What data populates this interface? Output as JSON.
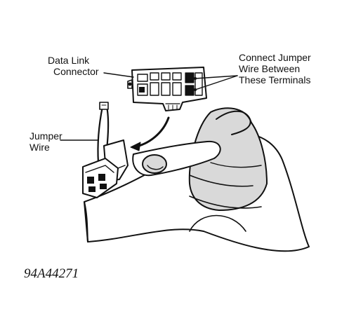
{
  "labels": {
    "dlc_line1": "Data Link",
    "dlc_line2": "Connector",
    "terminals_line1": "Connect Jumper",
    "terminals_line2": "Wire Between",
    "terminals_line3": "These Terminals",
    "jumper_line1": "Jumper",
    "jumper_line2": "Wire"
  },
  "figure_code": "94A44271",
  "colors": {
    "ink": "#111111",
    "paper": "#ffffff",
    "shade": "#d9d9d9"
  }
}
